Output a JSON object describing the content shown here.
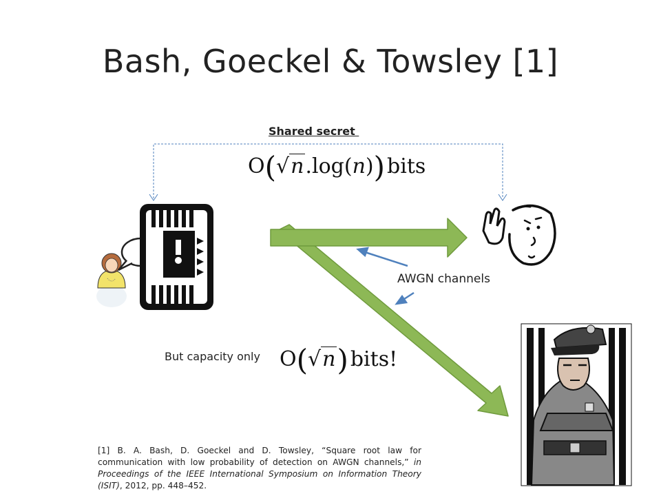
{
  "title": "Bash, Goeckel & Towsley [1]",
  "shared_secret_label": "Shared secret ",
  "math_shared": {
    "o": "O",
    "n": "n",
    "dot": ".",
    "log": "log(",
    "logn": "n",
    "close": ")",
    "bits": "bits"
  },
  "awgn_label": "AWGN channels",
  "capacity_label": "But capacity only",
  "math_capacity": {
    "o": "O",
    "n": "n",
    "bits": "bits!"
  },
  "reference": {
    "prefix": "[1] B. A. Bash, D. Goeckel and D. Towsley, “Square root law for communication with low probability of detection on AWGN channels,” ",
    "venue": "in Proceedings of the IEEE International Symposium on Information Theory (ISIT)",
    "suffix": ", 2012, pp. 448–452."
  },
  "colors": {
    "arrow_fill": "#8db856",
    "arrow_stroke": "#6f9a3d",
    "blue": "#4f81bd"
  }
}
